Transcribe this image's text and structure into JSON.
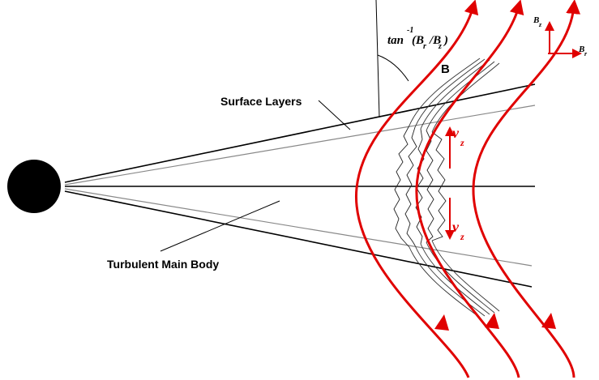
{
  "labels": {
    "surface_layers": "Surface Layers",
    "turbulent_main_body": "Turbulent Main Body",
    "field": "B",
    "angle_fn": "tan",
    "angle_exp": "-1",
    "angle_num_base": "(B",
    "angle_num_sub": "r",
    "angle_sep": "/B",
    "angle_den_sub": "z",
    "angle_close": ")",
    "vz_base": "v",
    "vz_sub": "z",
    "axis_bz_base": "B",
    "axis_bz_sub": "z",
    "axis_br_base": "B",
    "axis_br_sub": "r"
  },
  "colors": {
    "field_line": "#e00000",
    "ink": "#000000",
    "surface_line": "#888888"
  }
}
